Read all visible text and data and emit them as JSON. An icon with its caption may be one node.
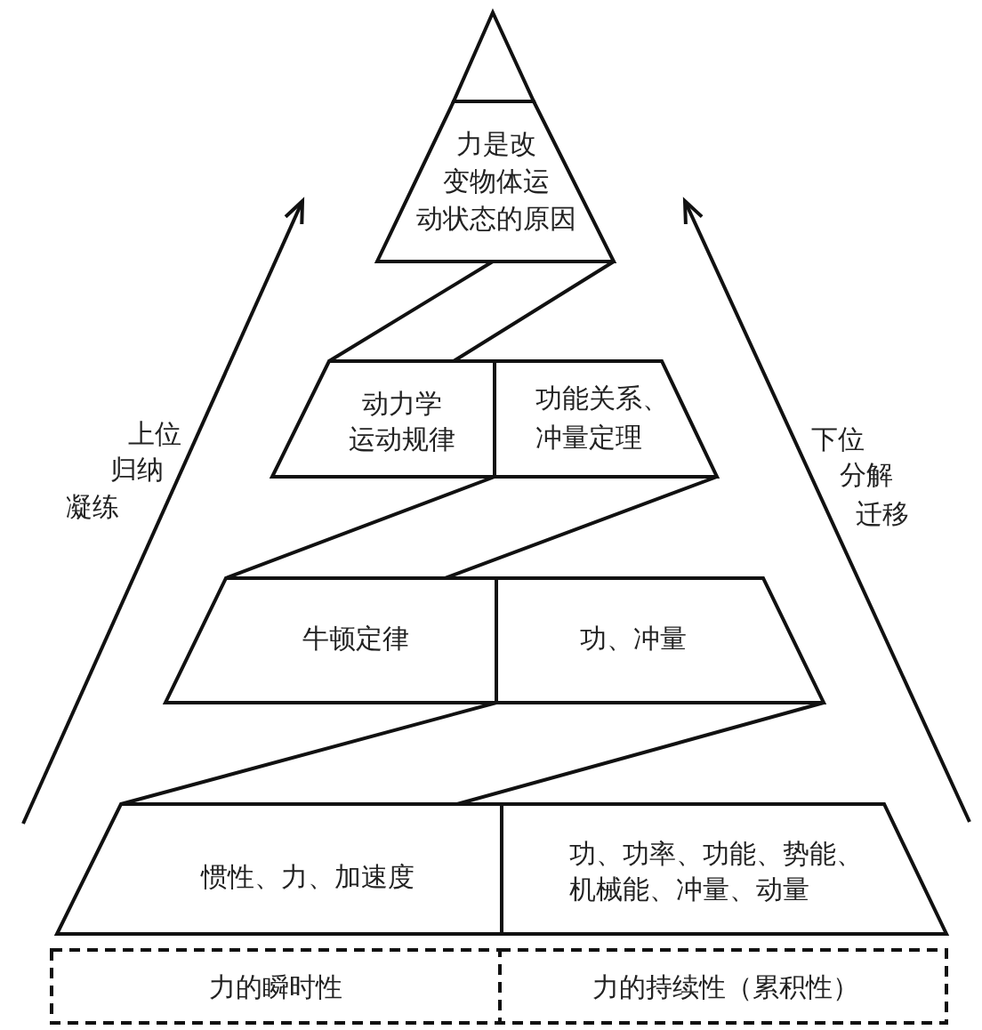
{
  "diagram": {
    "nodes": [
      {
        "text": [],
        "shape": "triangle"
      },
      {
        "text": [
          "力是改变物体运动状态的原因"
        ]
      },
      {
        "text": [
          "动力学运动规律"
        ]
      },
      {
        "text": [
          "功能关系、冲量定理"
        ]
      },
      {
        "text": [
          "牛顿定律"
        ]
      },
      {
        "text": [
          "功、冲量"
        ]
      },
      {
        "text": [
          "惯性、力、加速度"
        ]
      },
      {
        "text": [
          "功、功率、功能、势能、机械能、冲量、动量"
        ]
      },
      {
        "text": [
          "力的瞬时性"
        ]
      },
      {
        "text": [
          "力的持续性（累积性）"
        ]
      }
    ],
    "edges": [
      {
        "from": 1,
        "to": 2,
        "arrow": "none"
      },
      {
        "from": 3,
        "to": 4,
        "arrow": "none"
      },
      {
        "from": 5,
        "to": 6,
        "arrow": "none"
      }
    ],
    "labels": [
      "上位",
      "归纳",
      "凝练",
      "下位",
      "分解",
      "迁移"
    ]
  }
}
